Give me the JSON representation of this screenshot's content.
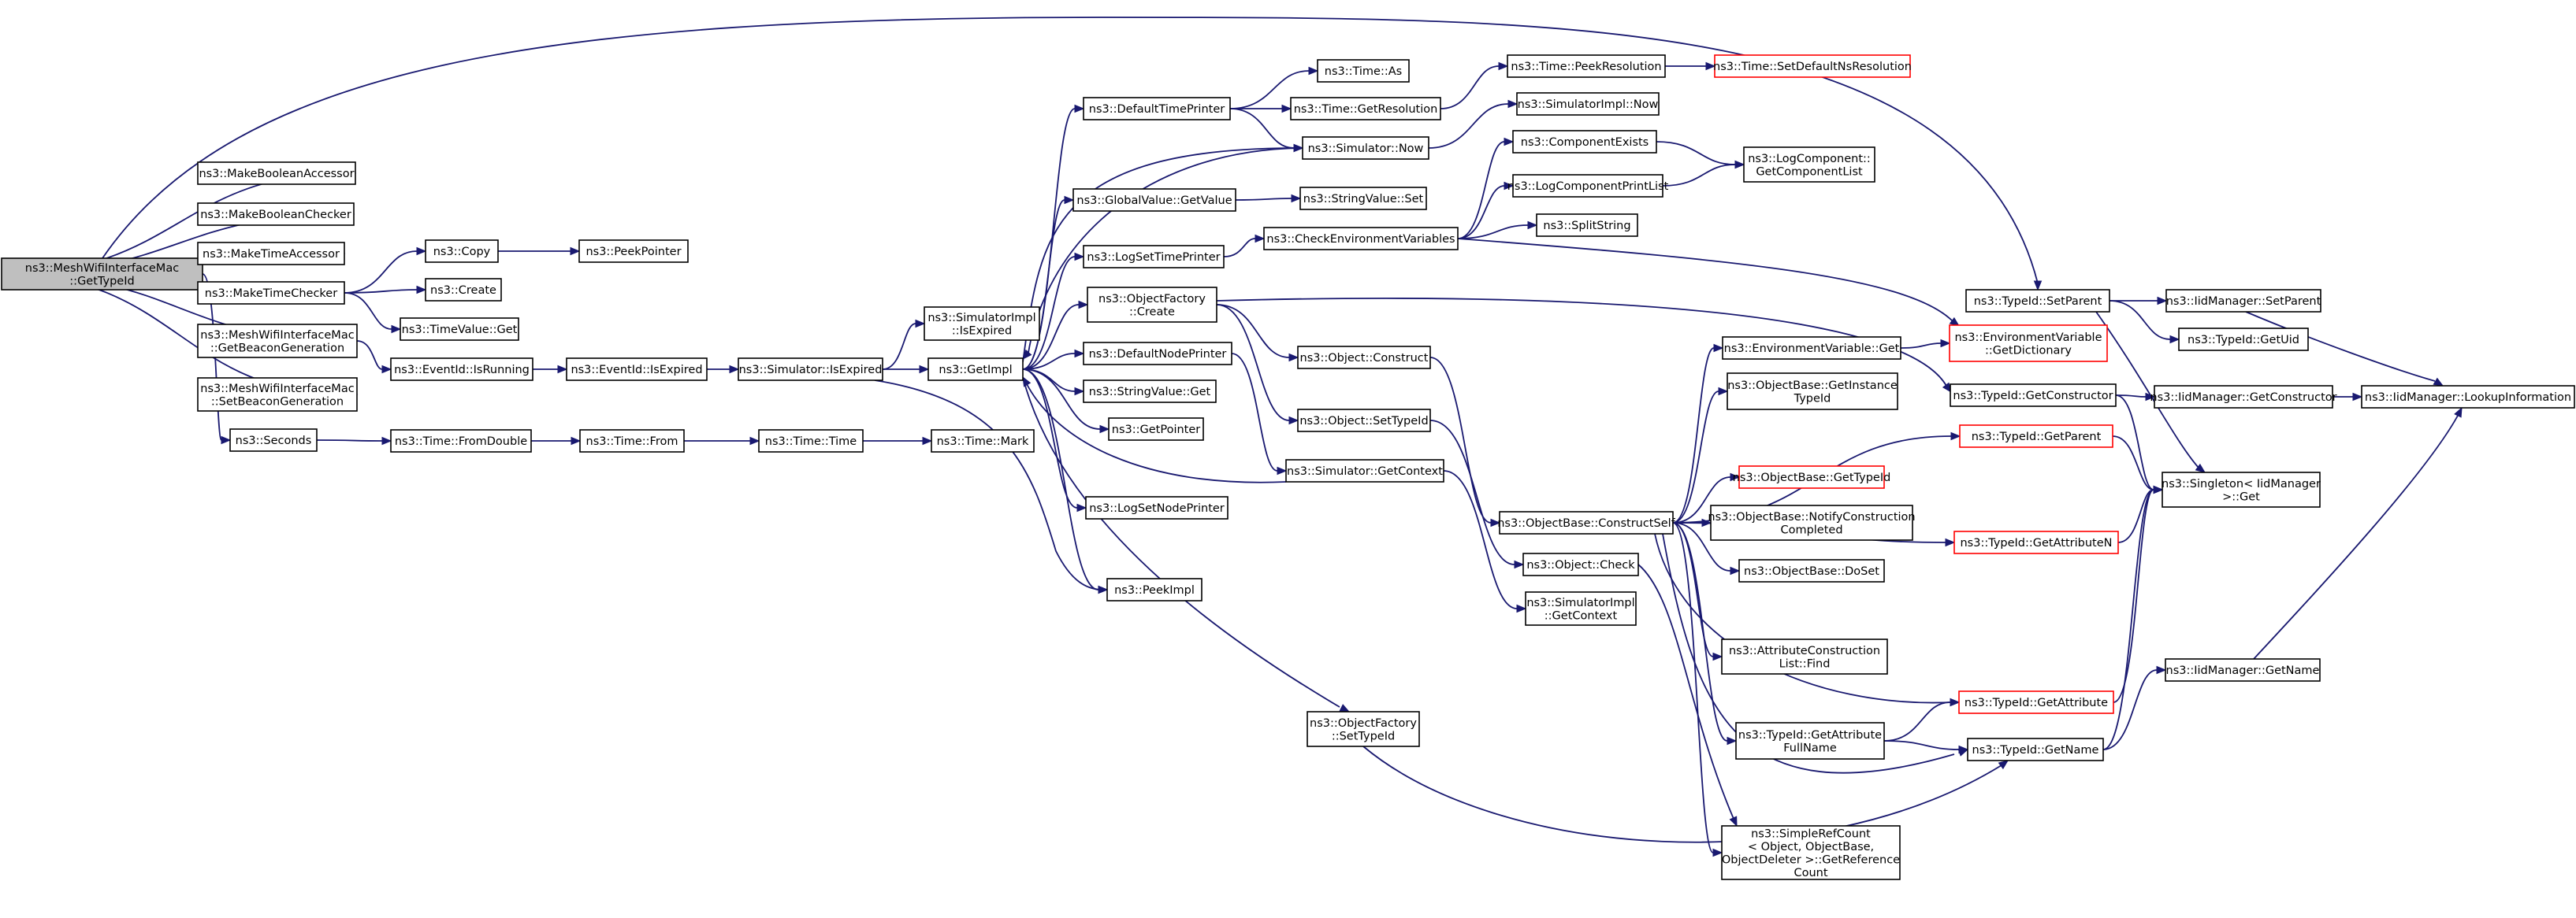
{
  "nodes": {
    "root": [
      "ns3::MeshWifiInterfaceMac",
      "::GetTypeId"
    ],
    "makeBooleanAccessor": [
      "ns3::MakeBooleanAccessor"
    ],
    "makeBooleanChecker": [
      "ns3::MakeBooleanChecker"
    ],
    "makeTimeAccessor": [
      "ns3::MakeTimeAccessor"
    ],
    "makeTimeChecker": [
      "ns3::MakeTimeChecker"
    ],
    "getBeaconGeneration": [
      "ns3::MeshWifiInterfaceMac",
      "::GetBeaconGeneration"
    ],
    "setBeaconGeneration": [
      "ns3::MeshWifiInterfaceMac",
      "::SetBeaconGeneration"
    ],
    "seconds": [
      "ns3::Seconds"
    ],
    "copy": [
      "ns3::Copy"
    ],
    "peekPointer": [
      "ns3::PeekPointer"
    ],
    "create": [
      "ns3::Create"
    ],
    "timeValueGet": [
      "ns3::TimeValue::Get"
    ],
    "eventIdIsRunning": [
      "ns3::EventId::IsRunning"
    ],
    "eventIdIsExpired": [
      "ns3::EventId::IsExpired"
    ],
    "simulatorIsExpired": [
      "ns3::Simulator::IsExpired"
    ],
    "simImplIsExpired": [
      "ns3::SimulatorImpl",
      "::IsExpired"
    ],
    "getImpl": [
      "ns3::GetImpl"
    ],
    "timeFromDouble": [
      "ns3::Time::FromDouble"
    ],
    "timeFrom": [
      "ns3::Time::From"
    ],
    "timeTime": [
      "ns3::Time::Time"
    ],
    "timeMark": [
      "ns3::Time::Mark"
    ],
    "defaultTimePrinter": [
      "ns3::DefaultTimePrinter"
    ],
    "timeAs": [
      "ns3::Time::As"
    ],
    "timeGetResolution": [
      "ns3::Time::GetResolution"
    ],
    "timePeekResolution": [
      "ns3::Time::PeekResolution"
    ],
    "timeSetDefaultNsResolution": [
      "ns3::Time::SetDefaultNsResolution"
    ],
    "simulatorNow": [
      "ns3::Simulator::Now"
    ],
    "simImplNow": [
      "ns3::SimulatorImpl::Now"
    ],
    "globalValueGetValue": [
      "ns3::GlobalValue::GetValue"
    ],
    "stringValueSet": [
      "ns3::StringValue::Set"
    ],
    "logSetTimePrinter": [
      "ns3::LogSetTimePrinter"
    ],
    "checkEnvVars": [
      "ns3::CheckEnvironmentVariables"
    ],
    "componentExists": [
      "ns3::ComponentExists"
    ],
    "logComponentPrintList": [
      "ns3::LogComponentPrintList"
    ],
    "logComponentGetList": [
      "ns3::LogComponent::",
      "GetComponentList"
    ],
    "splitString": [
      "ns3::SplitString"
    ],
    "objectFactoryCreate": [
      "ns3::ObjectFactory",
      "::Create"
    ],
    "objectConstruct": [
      "ns3::Object::Construct"
    ],
    "defaultNodePrinter": [
      "ns3::DefaultNodePrinter"
    ],
    "stringValueGet": [
      "ns3::StringValue::Get"
    ],
    "getPointer": [
      "ns3::GetPointer"
    ],
    "objectSetTypeId": [
      "ns3::Object::SetTypeId"
    ],
    "simulatorGetContext": [
      "ns3::Simulator::GetContext"
    ],
    "logSetNodePrinter": [
      "ns3::LogSetNodePrinter"
    ],
    "peekImpl": [
      "ns3::PeekImpl"
    ],
    "objectFactorySetTypeId": [
      "ns3::ObjectFactory",
      "::SetTypeId"
    ],
    "objectBaseConstructSelf": [
      "ns3::ObjectBase::ConstructSelf"
    ],
    "objectCheck": [
      "ns3::Object::Check"
    ],
    "simImplGetContext": [
      "ns3::SimulatorImpl",
      "::GetContext"
    ],
    "envVarGet": [
      "ns3::EnvironmentVariable::Get"
    ],
    "envVarGetDictionary": [
      "ns3::EnvironmentVariable",
      "::GetDictionary"
    ],
    "objectBaseGetInstanceTypeId": [
      "ns3::ObjectBase::GetInstance",
      "TypeId"
    ],
    "objectBaseGetTypeId": [
      "ns3::ObjectBase::GetTypeId"
    ],
    "objectBaseNotifyConstructionCompleted": [
      "ns3::ObjectBase::NotifyConstruction",
      "Completed"
    ],
    "objectBaseDoSet": [
      "ns3::ObjectBase::DoSet"
    ],
    "attributeConstructionListFind": [
      "ns3::AttributeConstruction",
      "List::Find"
    ],
    "typeIdGetAttributeFullName": [
      "ns3::TypeId::GetAttribute",
      "FullName"
    ],
    "simpleRefCountGetReferenceCount": [
      "ns3::SimpleRefCount",
      "< Object, ObjectBase,",
      "ObjectDeleter >::GetReference",
      "Count"
    ],
    "typeIdSetParent": [
      "ns3::TypeId::SetParent"
    ],
    "typeIdGetConstructor": [
      "ns3::TypeId::GetConstructor"
    ],
    "typeIdGetParent": [
      "ns3::TypeId::GetParent"
    ],
    "typeIdGetAttributeN": [
      "ns3::TypeId::GetAttributeN"
    ],
    "typeIdGetAttribute": [
      "ns3::TypeId::GetAttribute"
    ],
    "typeIdGetName": [
      "ns3::TypeId::GetName"
    ],
    "iidManagerSetParent": [
      "ns3::IidManager::SetParent"
    ],
    "typeIdGetUid": [
      "ns3::TypeId::GetUid"
    ],
    "iidManagerGetConstructor": [
      "ns3::IidManager::GetConstructor"
    ],
    "singletonGet": [
      "ns3::Singleton< IidManager",
      ">::Get"
    ],
    "iidManagerGetName": [
      "ns3::IidManager::GetName"
    ],
    "iidManagerLookupInformation": [
      "ns3::IidManager::LookupInformation"
    ]
  },
  "colors": {
    "edge": "#191970",
    "root_fill": "#bfbfbf",
    "node_border": "#000000",
    "truncated_node_border": "#ff0000",
    "background": "#ffffff"
  }
}
